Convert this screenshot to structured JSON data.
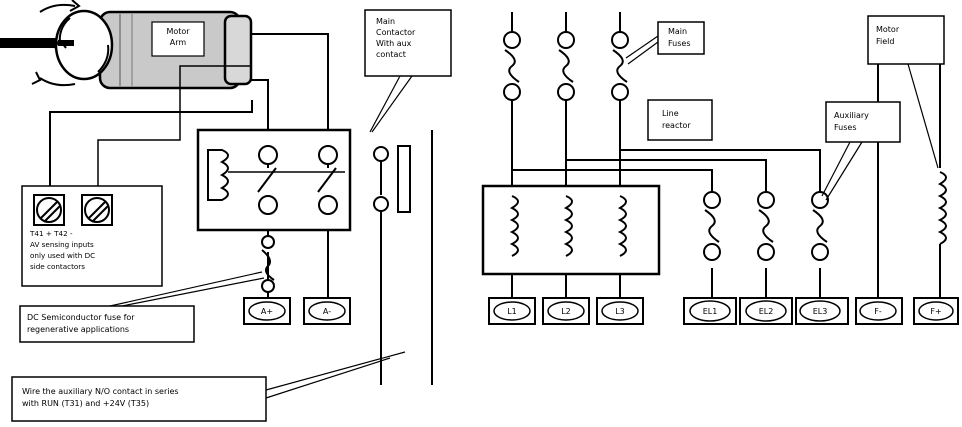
{
  "labels": {
    "motor_arm": [
      "Motor",
      "Arm"
    ],
    "main_contactor": [
      "Main",
      "Contactor",
      "With aux",
      "contact"
    ],
    "main_fuses": [
      "Main",
      "Fuses"
    ],
    "line_reactor": [
      "Line",
      "reactor"
    ],
    "auxiliary_fuses": [
      "Auxiliary",
      "Fuses"
    ],
    "motor_field": [
      "Motor",
      "Field"
    ],
    "av_sensing": [
      "T41 +       T42 -",
      "AV sensing inputs",
      "only used with DC",
      "side contactors"
    ],
    "dc_fuse": [
      "DC Semiconductor fuse for",
      "regenerative applications"
    ],
    "wire_aux": [
      "Wire the auxiliary N/O contact in series",
      "with RUN (T31) and +24V (T35)"
    ]
  },
  "terminals": [
    "A+",
    "A-",
    "L1",
    "L2",
    "L3",
    "EL1",
    "EL2",
    "EL3",
    "F-",
    "F+"
  ]
}
